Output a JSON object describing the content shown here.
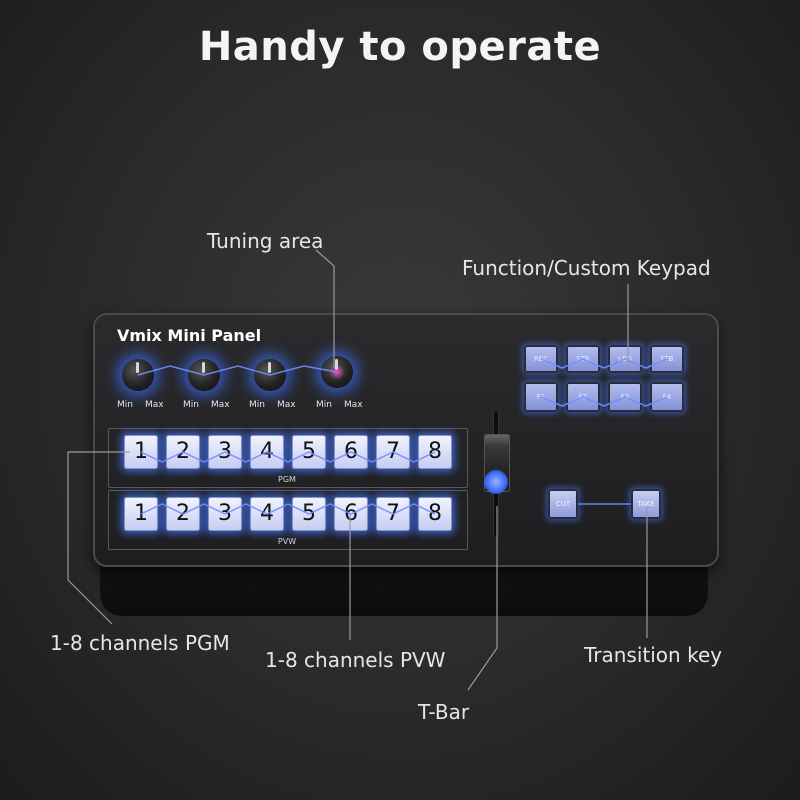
{
  "headline": "Handy to operate",
  "device": {
    "brand": "Vmix Mini Panel",
    "knob_min": "Min",
    "knob_max": "Max",
    "pgm_caption": "PGM",
    "pvw_caption": "PVW",
    "channels": [
      "1",
      "2",
      "3",
      "4",
      "5",
      "6",
      "7",
      "8"
    ],
    "function_keys": [
      "REC",
      "STR",
      "LED",
      "FTB",
      "F1",
      "F2",
      "F3",
      "F4"
    ],
    "transition_keys": [
      "CUT",
      "TAKE"
    ],
    "glow_color": "#3f6cff"
  },
  "callouts": {
    "tuning_area": "Tuning area",
    "function_keypad": "Function/Custom Keypad",
    "pgm": "1-8 channels PGM",
    "pvw": "1-8 channels PVW",
    "tbar": "T-Bar",
    "transition": "Transition key"
  }
}
